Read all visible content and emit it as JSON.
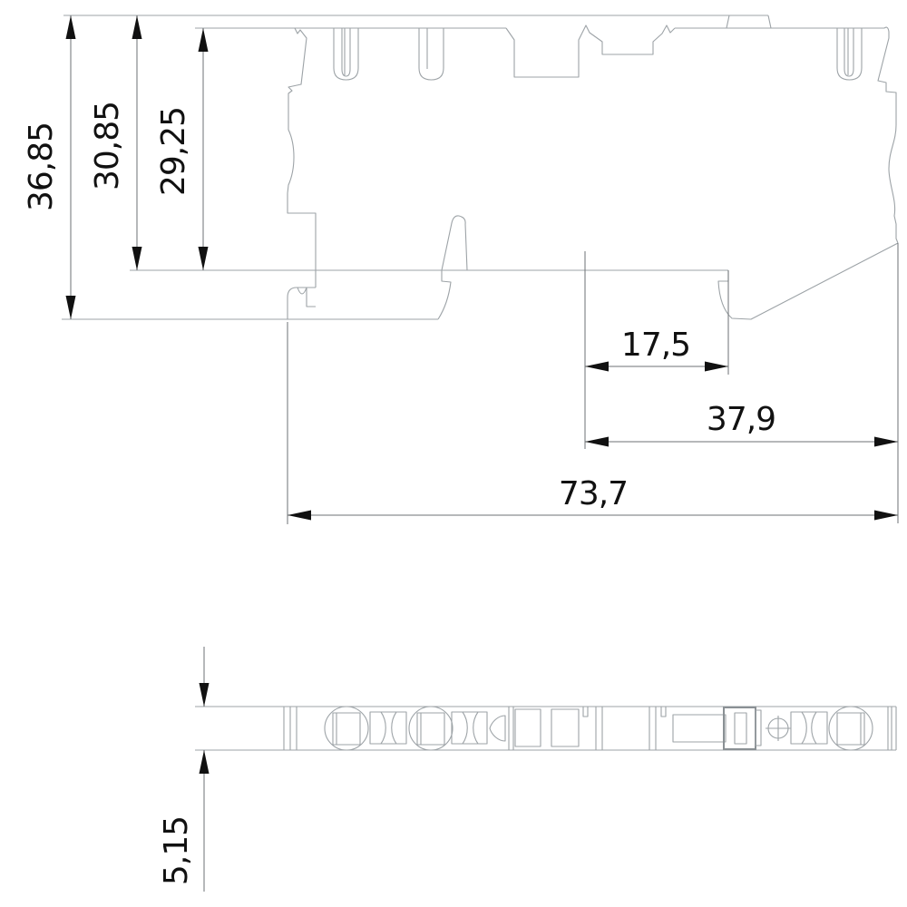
{
  "colors": {
    "background": "#ffffff",
    "outline": "#9da3a7",
    "dimension_line": "#6d7275",
    "arrow": "#111111",
    "label_text": "#111111"
  },
  "dimensions": {
    "vertical": [
      {
        "id": "overall-height",
        "label": "36,85"
      },
      {
        "id": "cover-to-channel",
        "label": "30,85"
      },
      {
        "id": "body-to-channel",
        "label": "29,25"
      }
    ],
    "horizontal": [
      {
        "id": "channel-to-right-foot",
        "label": "17,5"
      },
      {
        "id": "channel-to-right-edge",
        "label": "37,9"
      },
      {
        "id": "overall-width",
        "label": "73,7"
      }
    ],
    "bottom": [
      {
        "id": "strip-thickness",
        "label": "5,15"
      }
    ]
  }
}
